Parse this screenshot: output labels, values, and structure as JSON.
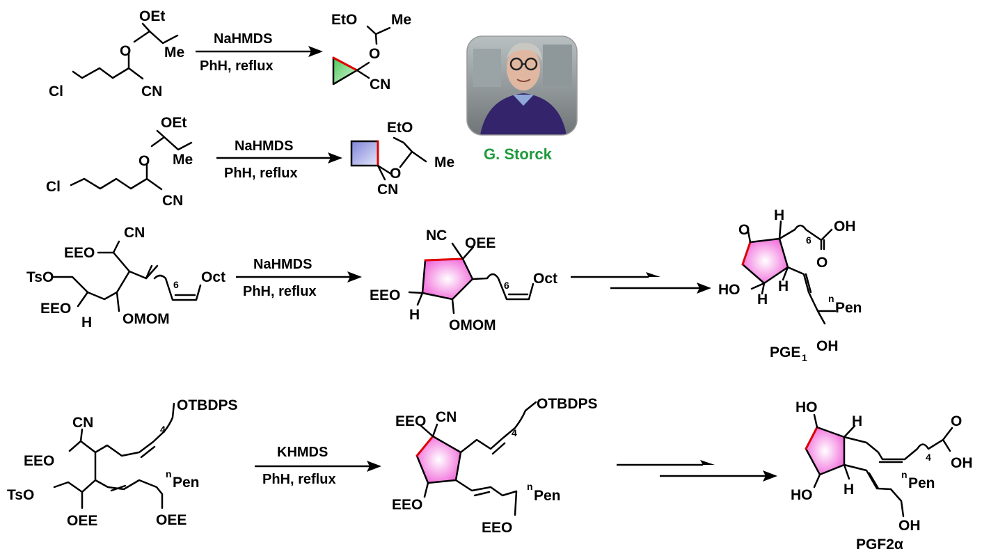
{
  "reactions": [
    {
      "reagent": "NaHMDS",
      "conditions": "PhH, reflux",
      "sm_labels": {
        "oet": "OEt",
        "o": "O",
        "me": "Me",
        "cl": "Cl",
        "cn": "CN"
      },
      "prod_labels": {
        "eto": "EtO",
        "me": "Me",
        "o": "O",
        "cn": "CN"
      }
    },
    {
      "reagent": "NaHMDS",
      "conditions": "PhH, reflux",
      "sm_labels": {
        "oet": "OEt",
        "o": "O",
        "me": "Me",
        "cl": "Cl",
        "cn": "CN"
      },
      "prod_labels": {
        "eto": "EtO",
        "o": "O",
        "me": "Me",
        "cn": "CN"
      }
    },
    {
      "reagent": "NaHMDS",
      "conditions": "PhH, reflux",
      "sm_labels": {
        "cn": "CN",
        "eeo": "EEO",
        "tso": "TsO",
        "six": "6",
        "oct": "Oct",
        "eeo2": "EEO",
        "h": "H",
        "omom": "OMOM"
      },
      "prod_labels": {
        "nc": "NC",
        "oee": "OEE",
        "eeo": "EEO",
        "h": "H",
        "six": "6",
        "oct": "Oct",
        "omom": "OMOM"
      },
      "target": {
        "o": "O",
        "h": "H",
        "six": "6",
        "oh": "OH",
        "o2": "O",
        "ho": "HO",
        "h2": "H",
        "h3": "H",
        "pen_sup": "n",
        "pen": "Pen",
        "oh2": "OH",
        "name": "PGE",
        "name_sub": "1"
      }
    },
    {
      "reagent": "KHMDS",
      "conditions": "PhH, reflux",
      "sm_labels": {
        "cn": "CN",
        "four": "4",
        "otbdps": "OTBDPS",
        "eeo": "EEO",
        "tso": "TsO",
        "pen_sup": "n",
        "pen": "Pen",
        "oee": "OEE",
        "oee2": "OEE"
      },
      "prod_labels": {
        "eeo": "EEO",
        "cn": "CN",
        "four": "4",
        "otbdps": "OTBDPS",
        "eeo2": "EEO",
        "pen_sup": "n",
        "pen": "Pen",
        "eeo3": "EEO"
      },
      "target": {
        "ho": "HO",
        "h": "H",
        "four": "4",
        "o": "O",
        "oh": "OH",
        "ho2": "HO",
        "h2": "H",
        "pen_sup": "n",
        "pen": "Pen",
        "oh2": "OH",
        "name": "PGF2α"
      }
    }
  ],
  "portrait": {
    "name": "G. Storck"
  }
}
